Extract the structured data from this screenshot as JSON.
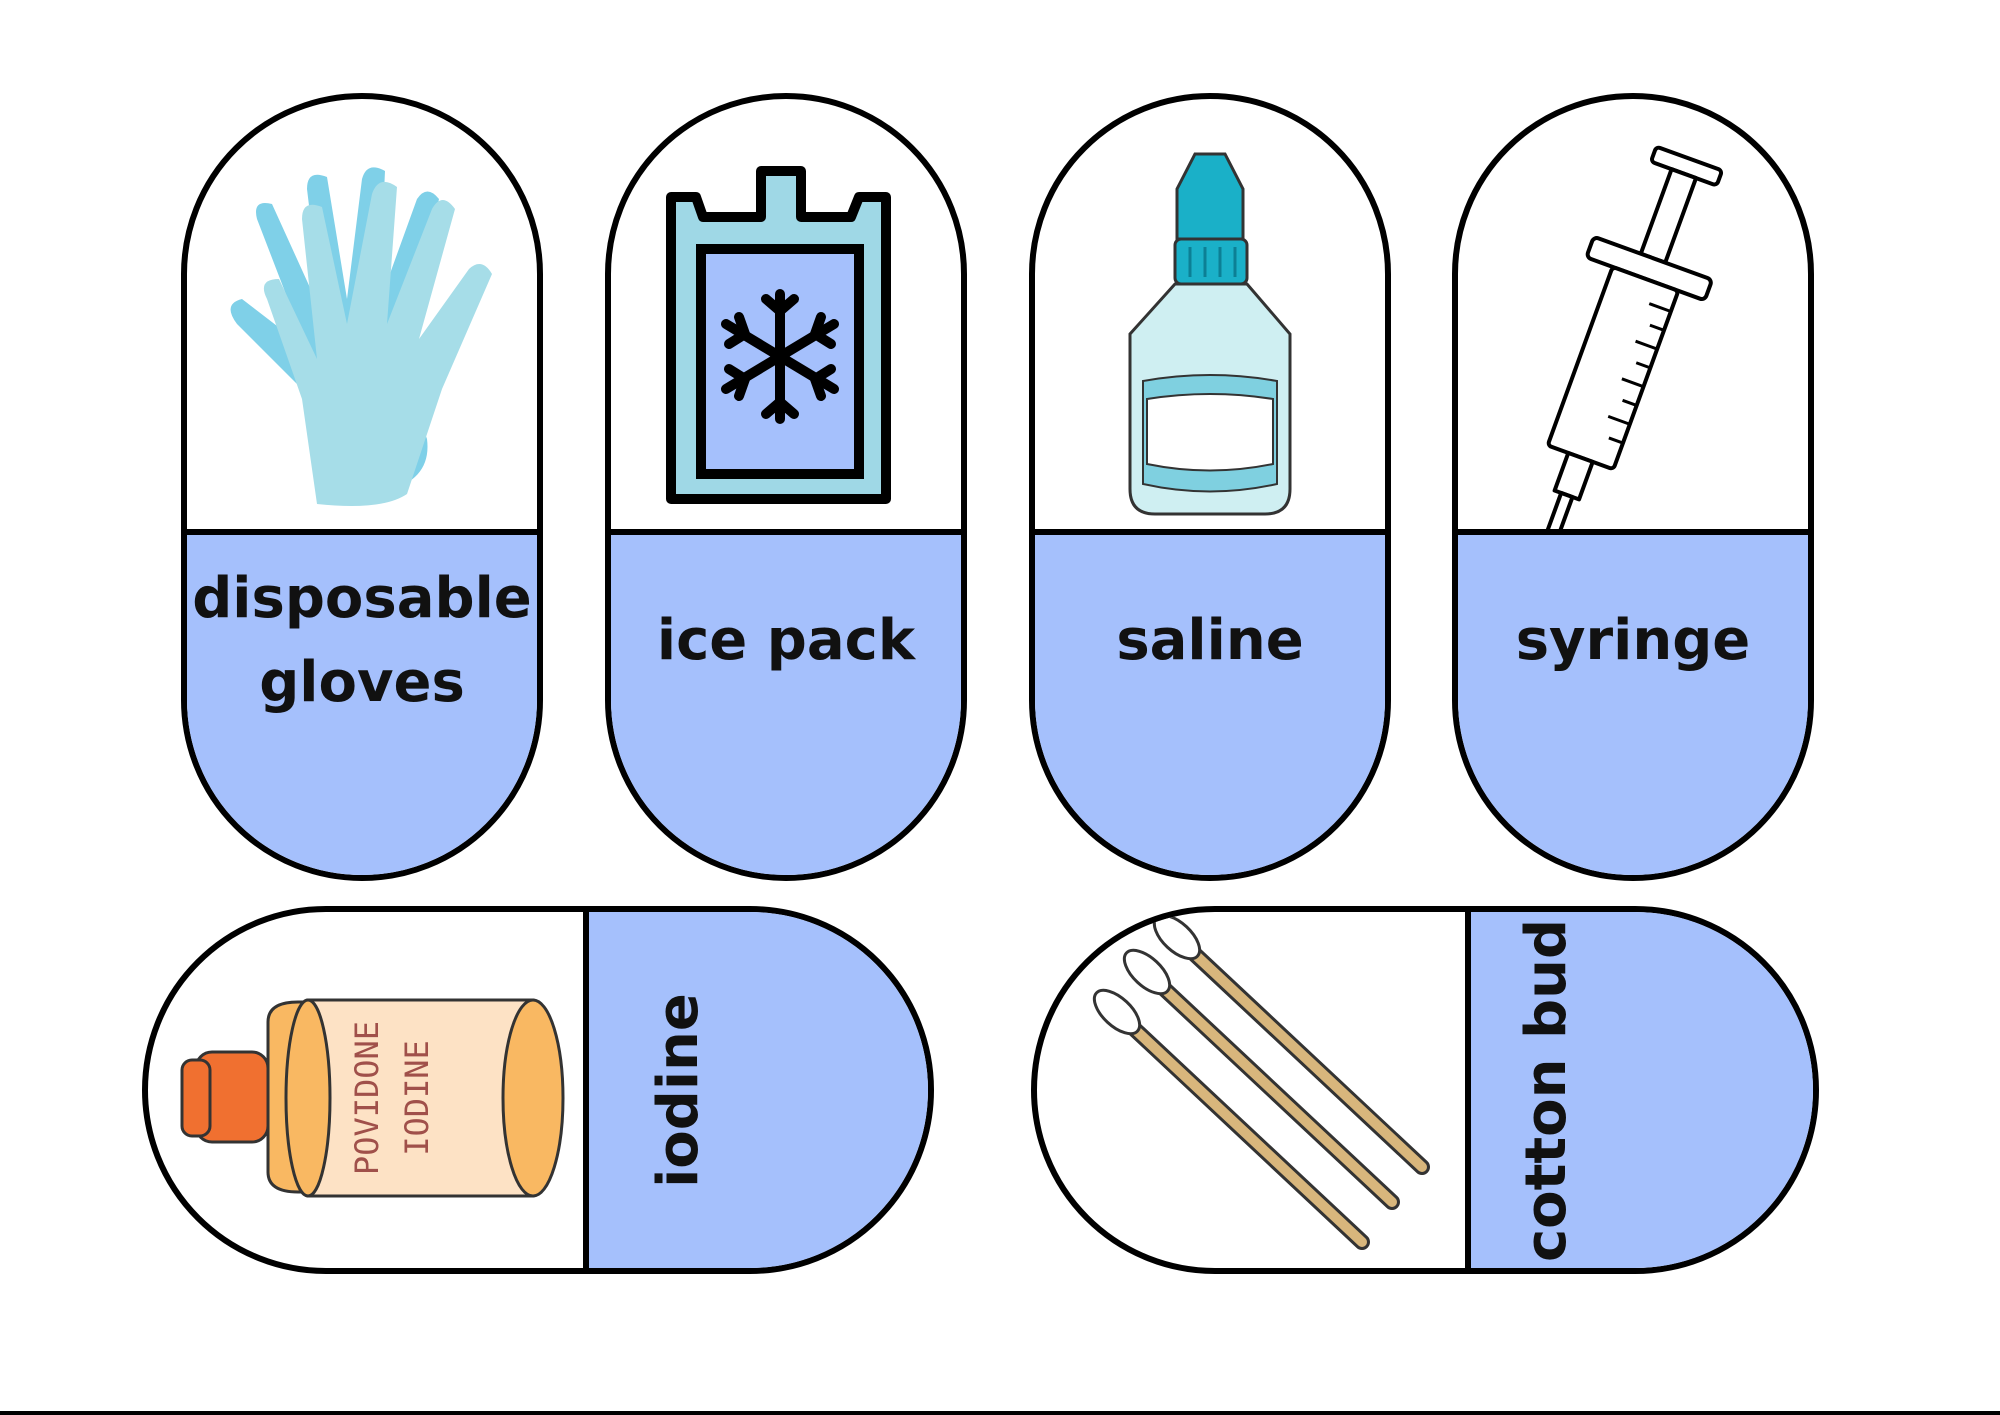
{
  "colors": {
    "label_fill": "#a5c0fc",
    "outline": "#000000",
    "glove": "#8fd6e8",
    "ice_pack": "#9fd8e6",
    "bottle_cap": "#1ab0c8",
    "iodine_orange": "#f07030"
  },
  "cards": [
    {
      "label": "disposable gloves",
      "line1": "disposable",
      "line2": "gloves",
      "icon": "glove-icon"
    },
    {
      "label": "ice pack",
      "icon": "ice-pack-icon"
    },
    {
      "label": "saline",
      "icon": "saline-bottle-icon"
    },
    {
      "label": "syringe",
      "icon": "syringe-icon"
    },
    {
      "label": "iodine",
      "icon": "iodine-bottle-icon",
      "bottle_text_1": "POVIDONE",
      "bottle_text_2": "IODINE"
    },
    {
      "label": "cotton bud",
      "icon": "cotton-bud-icon"
    }
  ]
}
